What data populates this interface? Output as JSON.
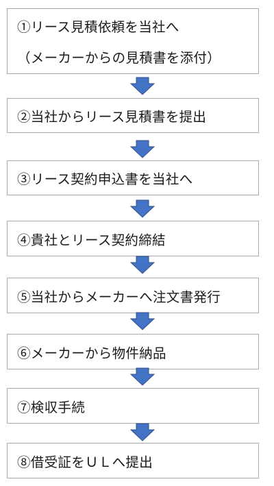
{
  "steps": [
    {
      "lines": [
        "①リース見積依頼を当社へ",
        "（メーカーからの見積書を添付）"
      ]
    },
    {
      "lines": [
        "②当社からリース見積書を提出"
      ]
    },
    {
      "lines": [
        "③リース契約申込書を当社へ"
      ]
    },
    {
      "lines": [
        "④貴社とリース契約締結"
      ]
    },
    {
      "lines": [
        "⑤当社からメーカーへ注文書発行"
      ]
    },
    {
      "lines": [
        "⑥メーカーから物件納品"
      ]
    },
    {
      "lines": [
        "⑦検収手続"
      ]
    },
    {
      "lines": [
        "⑧借受証をＵＬへ提出"
      ]
    }
  ],
  "colors": {
    "arrow_fill": "#4472c4",
    "arrow_stroke": "#2f528f",
    "box_border": "#a9a9a9"
  }
}
